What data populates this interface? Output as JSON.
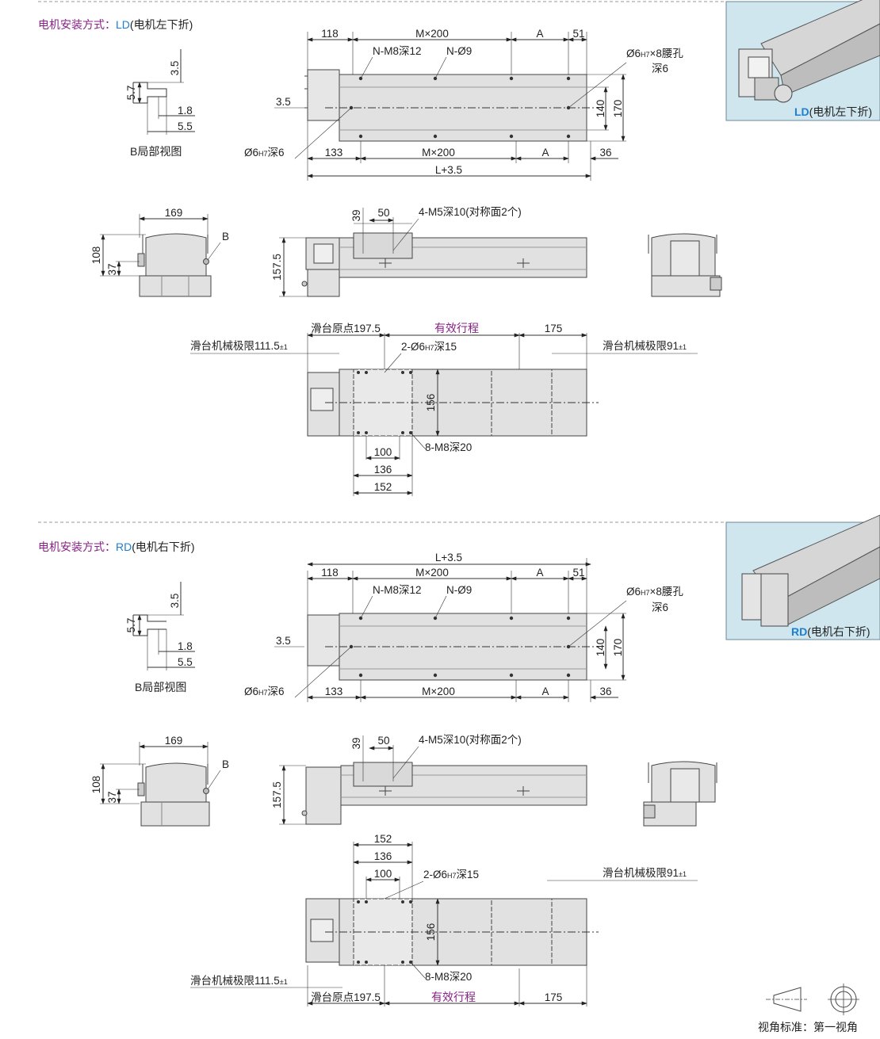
{
  "sections": [
    {
      "mount_prefix": "电机安装方式：",
      "mount_code": "LD",
      "mount_suffix": "(电机左下折)",
      "badge_code": "LD",
      "badge_suffix": "(电机左下折)"
    },
    {
      "mount_prefix": "电机安装方式：",
      "mount_code": "RD",
      "mount_suffix": "(电机右下折)",
      "badge_code": "RD",
      "badge_suffix": "(电机右下折)"
    }
  ],
  "labels": {
    "d118": "118",
    "m200": "M×200",
    "a": "A",
    "d51": "51",
    "d133": "133",
    "d36": "36",
    "l35": "L+3.5",
    "nm8": "N-M8深12",
    "n9": "N-Ø9",
    "slot_a": "Ø6",
    "slot_sub": "H7",
    "slot_b": "×8腰孔",
    "slot_depth": "深6",
    "pin_a": "Ø6",
    "pin_sub": "H7",
    "pin_b": "深6",
    "d140": "140",
    "d170": "170",
    "d35": "3.5",
    "b_title": "B局部视图",
    "b35": "3.5",
    "b57": "5.7",
    "b18": "1.8",
    "b55": "5.5",
    "d169": "169",
    "b": "B",
    "d108": "108",
    "d37": "37",
    "d1575": "157.5",
    "d39": "39",
    "d50": "50",
    "m5": "4-M5深10(对称面2个)",
    "origin": "滑台原点197.5",
    "stroke": "有效行程",
    "d175": "175",
    "left_limit": "滑台机械极限111.5",
    "right_limit": "滑台机械极限91",
    "tol": "±1",
    "pin2_a": "2-Ø6",
    "pin2_sub": "H7",
    "pin2_b": "深15",
    "d156": "156",
    "m8x8": "8-M8深20",
    "d100": "100",
    "d136": "136",
    "d152": "152",
    "view_std": "视角标准：第一视角"
  },
  "colors": {
    "purple": "#8a2187",
    "blue": "#1e7fd0",
    "teal_bg": "#cfe6ee",
    "body_fill": "#e1e1e1"
  }
}
